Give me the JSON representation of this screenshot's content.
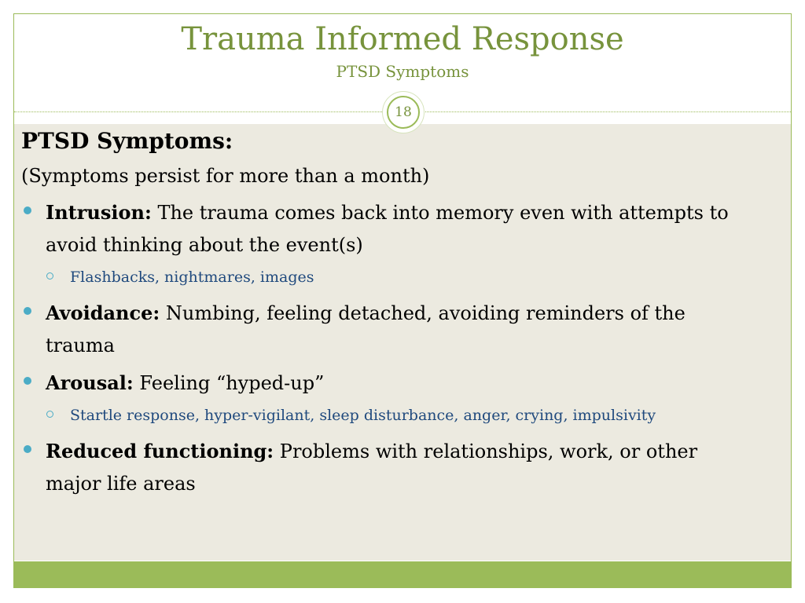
{
  "slide": {
    "title": "Trauma Informed Response",
    "subtitle": "PTSD Symptoms",
    "page_number": "18",
    "colors": {
      "accent": "#9bbb59",
      "title": "#77933c",
      "content_bg": "#eceae0",
      "bullet": "#4bacc6",
      "sub_text": "#1f497d"
    }
  },
  "body": {
    "heading": "PTSD Symptoms:",
    "note": "(Symptoms persist for more than a month)",
    "bullets": [
      {
        "lead": "Intrusion:",
        "text": " The trauma comes back into memory even with attempts to avoid thinking about the event(s)",
        "sub": "Flashbacks, nightmares, images"
      },
      {
        "lead": "Avoidance:",
        "text": " Numbing, feeling detached, avoiding reminders of the trauma"
      },
      {
        "lead": "Arousal:",
        "text": " Feeling “hyped-up”",
        "sub": "Startle response, hyper-vigilant, sleep disturbance, anger, crying, impulsivity"
      },
      {
        "lead": "Reduced functioning:",
        "text": " Problems with relationships, work, or other major life areas"
      }
    ]
  }
}
